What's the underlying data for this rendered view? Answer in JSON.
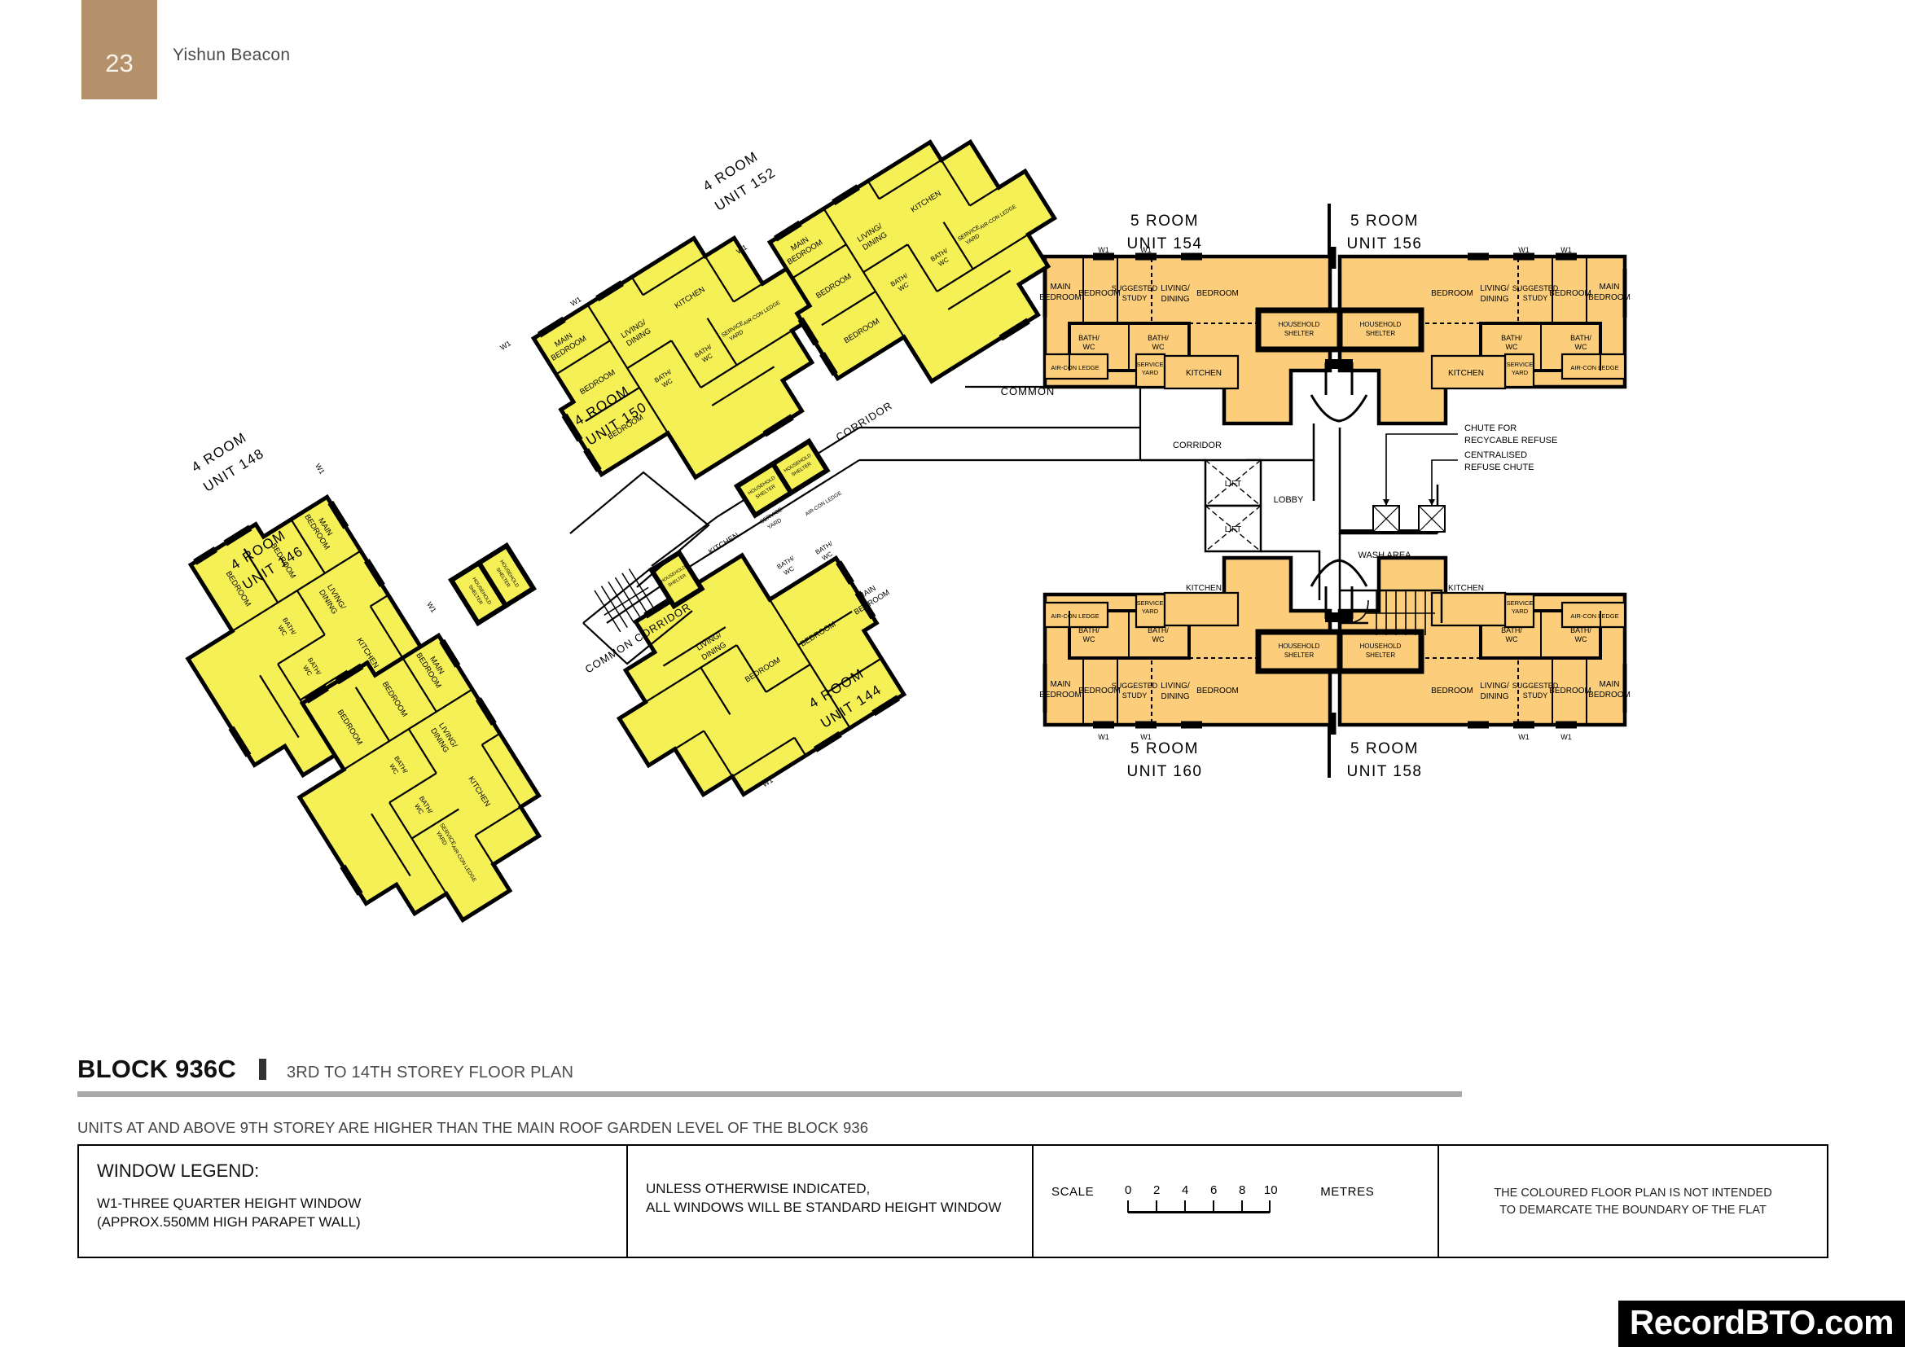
{
  "header": {
    "page_number": "23",
    "project_name": "Yishun Beacon"
  },
  "title_block": {
    "block_name": "BLOCK 936C",
    "plan_subtitle": "3RD TO 14TH STOREY FLOOR PLAN",
    "storey_note": "UNITS AT AND ABOVE 9TH STOREY ARE HIGHER THAN THE MAIN ROOF GARDEN LEVEL OF THE BLOCK 936"
  },
  "legend": {
    "window_legend_title": "WINDOW LEGEND:",
    "window_legend_line1": "W1-THREE QUARTER HEIGHT WINDOW",
    "window_legend_line2": "(APPROX.550MM HIGH PARAPET WALL)",
    "note_line1": "UNLESS OTHERWISE INDICATED,",
    "note_line2": "ALL WINDOWS WILL BE STANDARD HEIGHT WINDOW",
    "scale_word": "SCALE",
    "scale_unit": "METRES",
    "scale_ticks": [
      "0",
      "2",
      "4",
      "6",
      "8",
      "10"
    ],
    "disclaimer_line1": "THE COLOURED FLOOR PLAN IS NOT INTENDED",
    "disclaimer_line2": "TO DEMARCATE THE BOUNDARY OF THE FLAT"
  },
  "watermark": {
    "text": "RecordBTO.com"
  },
  "colors": {
    "page_number_bg": "#b4916a",
    "unit_4room_fill": "#f5f056",
    "unit_5room_fill": "#fcce7c",
    "wall": "#000000",
    "rule": "#a9a9a9"
  },
  "plan": {
    "unit_labels": [
      {
        "id": "unit-154",
        "type": "5 ROOM",
        "unit": "UNIT 154"
      },
      {
        "id": "unit-156",
        "type": "5 ROOM",
        "unit": "UNIT 156"
      },
      {
        "id": "unit-158",
        "type": "5 ROOM",
        "unit": "UNIT 158"
      },
      {
        "id": "unit-160",
        "type": "5 ROOM",
        "unit": "UNIT 160"
      },
      {
        "id": "unit-144",
        "type": "4 ROOM",
        "unit": "UNIT 144"
      },
      {
        "id": "unit-146",
        "type": "4 ROOM",
        "unit": "UNIT 146"
      },
      {
        "id": "unit-148",
        "type": "4 ROOM",
        "unit": "UNIT 148"
      },
      {
        "id": "unit-150",
        "type": "4 ROOM",
        "unit": "UNIT 150"
      },
      {
        "id": "unit-152",
        "type": "4 ROOM",
        "unit": "UNIT 152"
      }
    ],
    "core_labels": {
      "corridor": "CORRIDOR",
      "lobby": "LOBBY",
      "wash_area": "WASH AREA",
      "lift": "LIFT",
      "common": "COMMON",
      "common_corridor": "COMMON CORRIDOR",
      "chute_recyclable": "CHUTE FOR\nRECYCABLE REFUSE",
      "chute_recyclable_l1": "CHUTE FOR",
      "chute_recyclable_l2": "RECYCABLE REFUSE",
      "chute_centralised_l1": "CENTRALISED",
      "chute_centralised_l2": "REFUSE CHUTE"
    },
    "room_labels": {
      "main_bedroom_l1": "MAIN",
      "main_bedroom_l2": "BEDROOM",
      "bedroom": "BEDROOM",
      "suggested_study_l1": "SUGGESTED",
      "suggested_study_l2": "STUDY",
      "living_dining_l1": "LIVING/",
      "living_dining_l2": "DINING",
      "kitchen": "KITCHEN",
      "bath_wc_l1": "BATH/",
      "bath_wc_l2": "WC",
      "household_shelter_l1": "HOUSEHOLD",
      "household_shelter_l2": "SHELTER",
      "service_yard_l1": "SERVICE",
      "service_yard_l2": "YARD",
      "air_con_ledge": "AIR-CON  LEDGE",
      "window_tag": "W1"
    }
  }
}
